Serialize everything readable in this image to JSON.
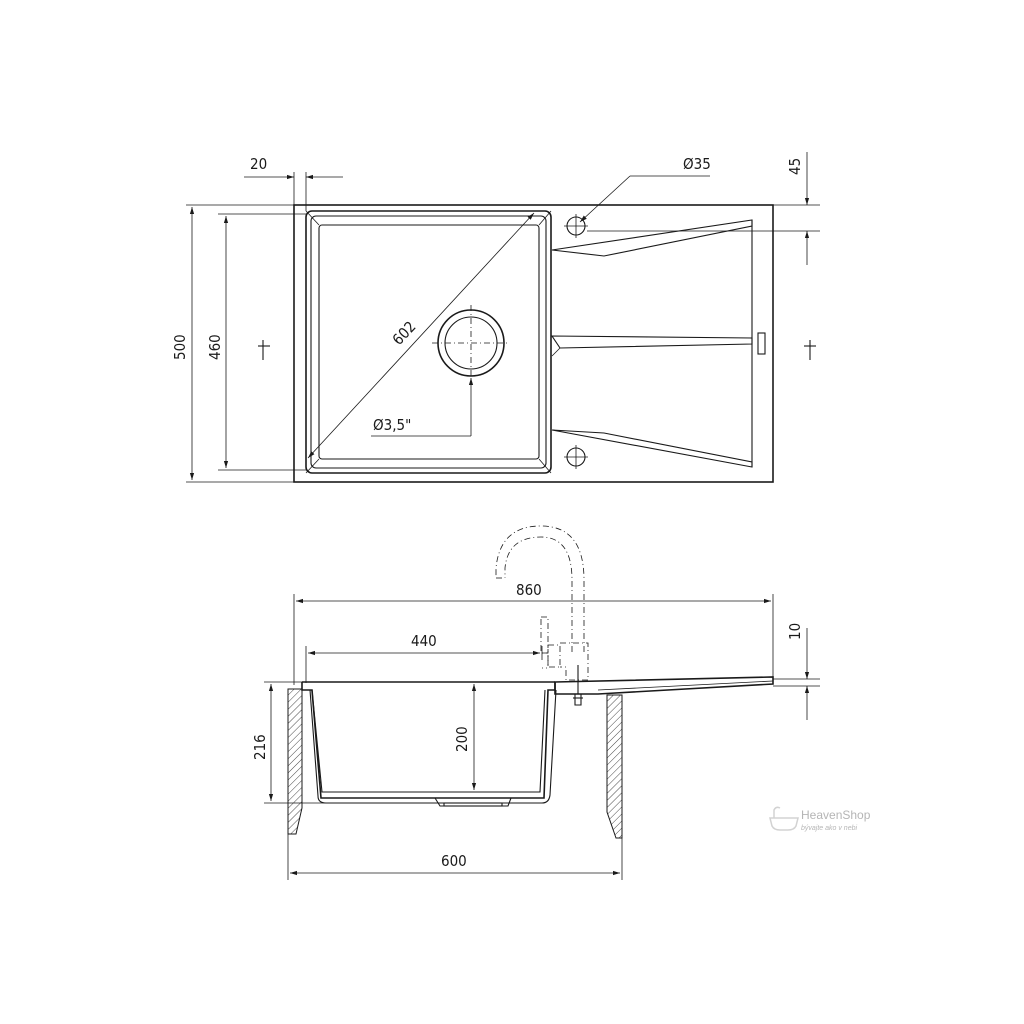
{
  "top_view": {
    "dim_flange": "20",
    "dim_tap_hole": "Ø35",
    "dim_tap_offset": "45",
    "dim_overall_depth": "500",
    "dim_bowl_depth": "460",
    "dim_diagonal": "602",
    "dim_drain": "Ø3,5\""
  },
  "side_view": {
    "dim_overall_width": "860",
    "dim_bowl_width": "440",
    "dim_thickness": "10",
    "dim_total_height": "216",
    "dim_bowl_height": "200",
    "dim_cabinet": "600"
  },
  "watermark": {
    "brand": "HeavenShop",
    "tagline": "bývajte ako v nebi"
  },
  "colors": {
    "line": "#1a1a1a",
    "watermark": "#b5b5b5"
  }
}
